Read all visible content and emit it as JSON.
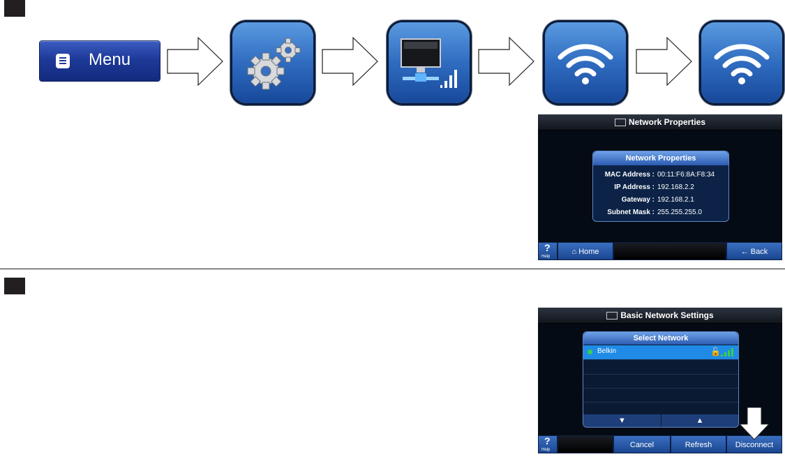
{
  "menu_button": {
    "label": "Menu",
    "icon": "menu-doc-icon"
  },
  "steps": {
    "tile_icons": [
      "gears-icon",
      "network-monitor-icon",
      "wifi-icon",
      "wifi-icon"
    ]
  },
  "network_properties": {
    "title": "Network Properties",
    "panel_title": "Network Properties",
    "rows": [
      {
        "key": "MAC Address :",
        "value": "00:11:F6:8A:F8:34"
      },
      {
        "key": "IP Address :",
        "value": "192.168.2.2"
      },
      {
        "key": "Gateway :",
        "value": "192.168.2.1"
      },
      {
        "key": "Subnet Mask :",
        "value": "255.255.255.0"
      }
    ],
    "footer": {
      "help_label": "Help",
      "home_label": "Home",
      "back_label": "Back"
    }
  },
  "basic_network": {
    "title": "Basic Network Settings",
    "panel_title": "Select Network",
    "networks": [
      {
        "name": "Belkin",
        "status": "connected",
        "locked": false
      }
    ],
    "footer": {
      "help_label": "Help",
      "cancel_label": "Cancel",
      "refresh_label": "Refresh",
      "disconnect_label": "Disconnect"
    }
  },
  "colors": {
    "accent_blue": "#2f6cc0",
    "dark": "#050b14",
    "status_green": "#39d04a"
  }
}
